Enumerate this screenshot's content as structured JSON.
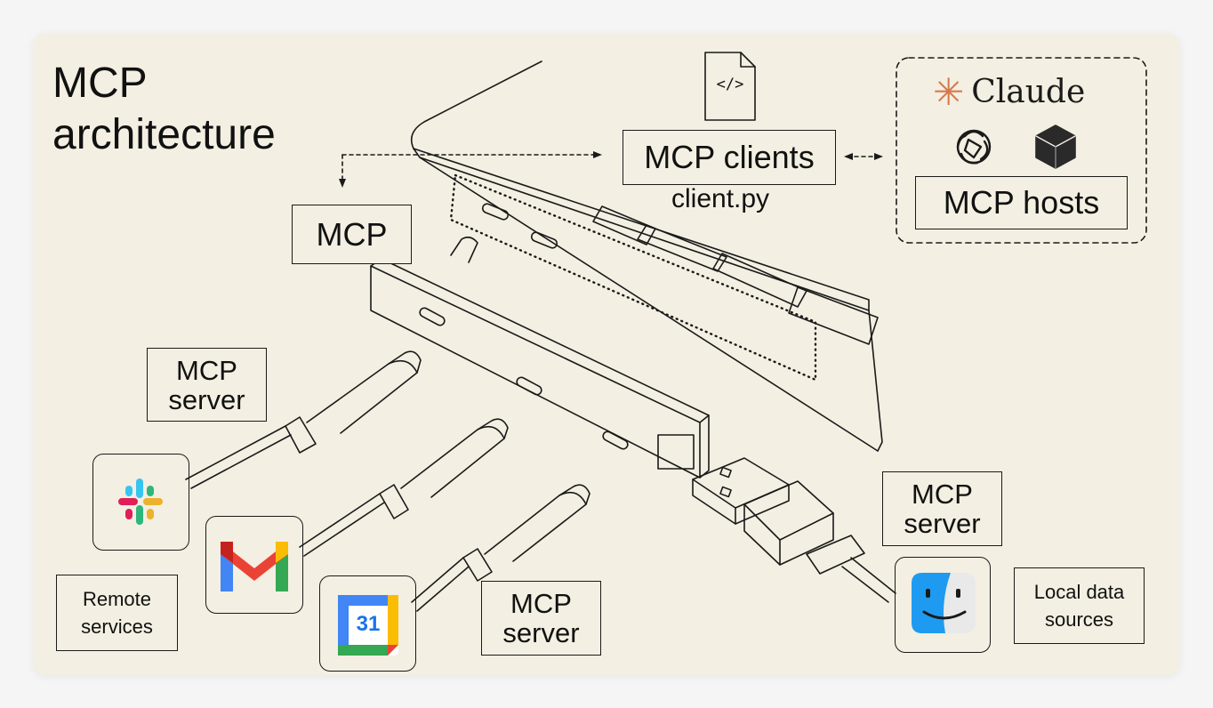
{
  "title_line1": "MCP",
  "title_line2": "architecture",
  "labels": {
    "mcp": "MCP",
    "mcp_clients": "MCP clients",
    "client_file": "client.py",
    "mcp_hosts": "MCP hosts",
    "mcp_server_1_line1": "MCP",
    "mcp_server_1_line2": "server",
    "mcp_server_2_line1": "MCP",
    "mcp_server_2_line2": "server",
    "mcp_server_3_line1": "MCP",
    "mcp_server_3_line2": "server",
    "remote_line1": "Remote",
    "remote_line2": "services",
    "local_line1": "Local data",
    "local_line2": "sources"
  },
  "hosts": {
    "claude_logo": "Claude",
    "icons": [
      "claude-icon",
      "openai-icon",
      "cursor-icon"
    ]
  },
  "file_icon_text": "</>",
  "services": {
    "calendar_day": "31",
    "icons": [
      "slack-icon",
      "gmail-icon",
      "google-calendar-icon",
      "finder-icon"
    ]
  },
  "colors": {
    "background": "#f3efe2",
    "ink": "#1a1a1a",
    "claude_accent": "#d47a4f"
  }
}
